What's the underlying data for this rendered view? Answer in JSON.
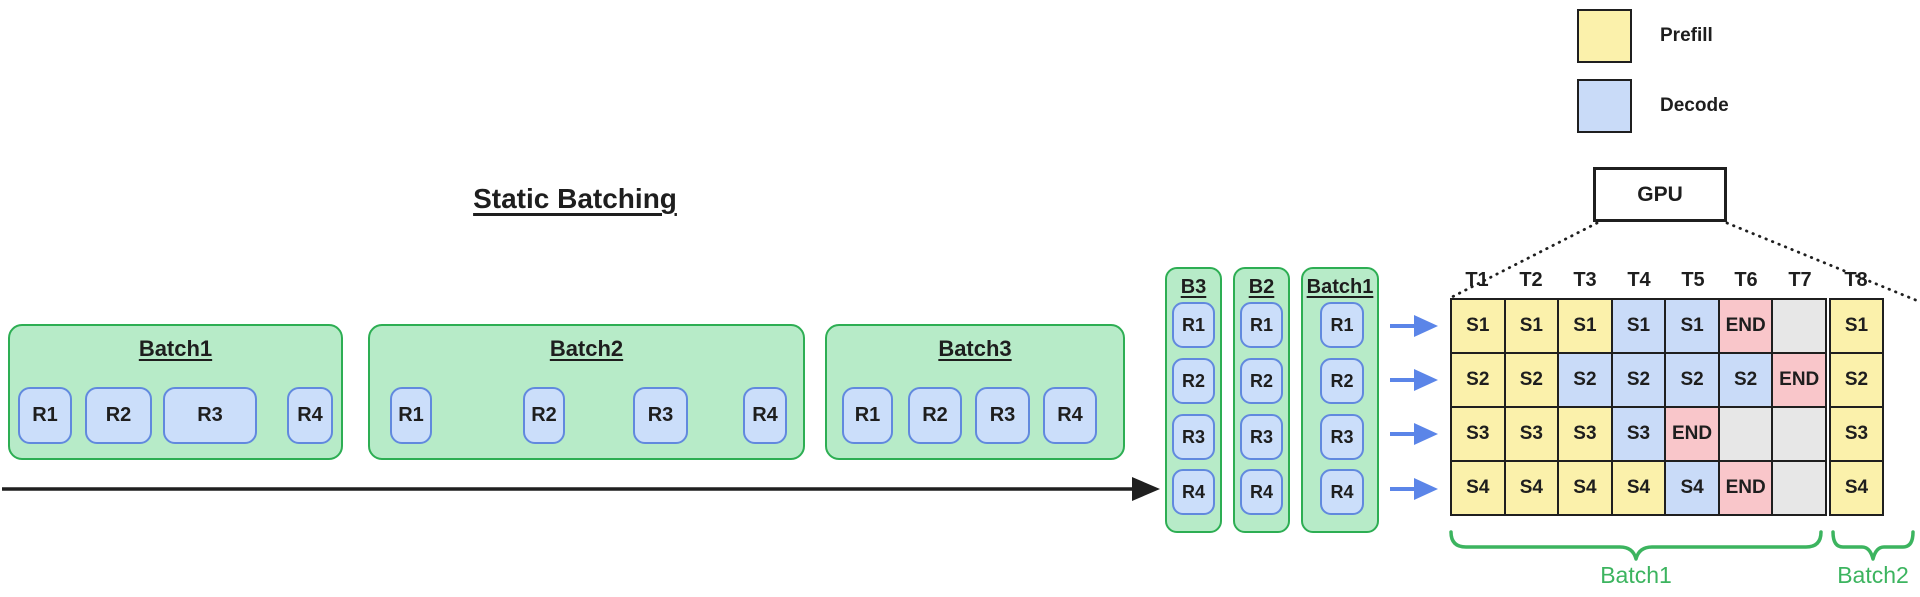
{
  "title": "Static Batching",
  "legend": {
    "items": [
      {
        "label": "Prefill",
        "type": "prefill"
      },
      {
        "label": "Decode",
        "type": "decode"
      }
    ]
  },
  "gpu": {
    "label": "GPU"
  },
  "batch_boxes": [
    {
      "name": "Batch1",
      "requests": [
        "R1",
        "R2",
        "R3",
        "R4"
      ]
    },
    {
      "name": "Batch2",
      "requests": [
        "R1",
        "R2",
        "R3",
        "R4"
      ]
    },
    {
      "name": "Batch3",
      "requests": [
        "R1",
        "R2",
        "R3",
        "R4"
      ]
    }
  ],
  "queue_columns": [
    {
      "name": "B3",
      "requests": [
        "R1",
        "R2",
        "R3",
        "R4"
      ]
    },
    {
      "name": "B2",
      "requests": [
        "R1",
        "R2",
        "R3",
        "R4"
      ]
    },
    {
      "name": "Batch1",
      "requests": [
        "R1",
        "R2",
        "R3",
        "R4"
      ]
    }
  ],
  "time_labels": [
    "T1",
    "T2",
    "T3",
    "T4",
    "T5",
    "T6",
    "T7",
    "T8"
  ],
  "grid": {
    "rows": [
      {
        "cells": [
          {
            "label": "S1",
            "type": "prefill"
          },
          {
            "label": "S1",
            "type": "prefill"
          },
          {
            "label": "S1",
            "type": "prefill"
          },
          {
            "label": "S1",
            "type": "decode"
          },
          {
            "label": "S1",
            "type": "decode"
          },
          {
            "label": "END",
            "type": "end"
          },
          {
            "label": "",
            "type": "empty"
          },
          {
            "label": "S1",
            "type": "prefill"
          }
        ]
      },
      {
        "cells": [
          {
            "label": "S2",
            "type": "prefill"
          },
          {
            "label": "S2",
            "type": "prefill"
          },
          {
            "label": "S2",
            "type": "decode"
          },
          {
            "label": "S2",
            "type": "decode"
          },
          {
            "label": "S2",
            "type": "decode"
          },
          {
            "label": "S2",
            "type": "decode"
          },
          {
            "label": "END",
            "type": "end"
          },
          {
            "label": "S2",
            "type": "prefill"
          }
        ]
      },
      {
        "cells": [
          {
            "label": "S3",
            "type": "prefill"
          },
          {
            "label": "S3",
            "type": "prefill"
          },
          {
            "label": "S3",
            "type": "prefill"
          },
          {
            "label": "S3",
            "type": "decode"
          },
          {
            "label": "END",
            "type": "end"
          },
          {
            "label": "",
            "type": "empty"
          },
          {
            "label": "",
            "type": "empty"
          },
          {
            "label": "S3",
            "type": "prefill"
          }
        ]
      },
      {
        "cells": [
          {
            "label": "S4",
            "type": "prefill"
          },
          {
            "label": "S4",
            "type": "prefill"
          },
          {
            "label": "S4",
            "type": "prefill"
          },
          {
            "label": "S4",
            "type": "prefill"
          },
          {
            "label": "S4",
            "type": "decode"
          },
          {
            "label": "END",
            "type": "end"
          },
          {
            "label": "",
            "type": "empty"
          },
          {
            "label": "S4",
            "type": "prefill"
          }
        ]
      }
    ]
  },
  "braces": [
    {
      "label": "Batch1"
    },
    {
      "label": "Batch2"
    }
  ],
  "colors": {
    "prefill": "#FBF1AB",
    "decode": "#C9DBF8",
    "end": "#F9C6CA",
    "empty": "#E7E7E7",
    "green-fill": "#B7EBC8",
    "green-border": "#2DAE53",
    "chip-fill": "#CBDEFA",
    "chip-border": "#6189DE",
    "arrow-blue": "#5B85E8",
    "brace-green": "#3CB45F",
    "ink": "#1E1E1E"
  }
}
